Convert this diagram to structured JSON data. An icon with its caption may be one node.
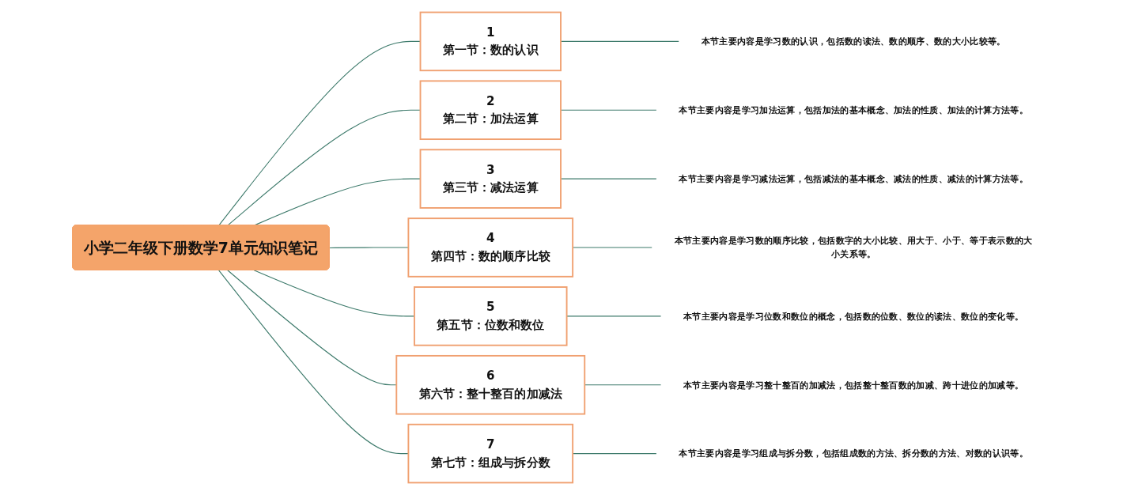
{
  "diagram": {
    "nodes": [
      {
        "text": [
          "小学二年级下册数学7单元知识笔记"
        ]
      },
      {
        "text": [
          "1",
          "第一节：数的认识"
        ]
      },
      {
        "text": [
          "2",
          "第二节：加法运算"
        ]
      },
      {
        "text": [
          "3",
          "第三节：减法运算"
        ]
      },
      {
        "text": [
          "4",
          "第四节：数的顺序比较"
        ]
      },
      {
        "text": [
          "5",
          "第五节：位数和数位"
        ]
      },
      {
        "text": [
          "6",
          "第六节：整十整百的加减法"
        ]
      },
      {
        "text": [
          "7",
          "第七节：组成与拆分数"
        ]
      },
      {
        "text": [
          "本节主要内容是学习数的认识，包括数的读法、数的顺序、数的大小比较等。"
        ]
      },
      {
        "text": [
          "本节主要内容是学习加法运算，包括加法的基本概念、加法的性质、加法的计算方法等。"
        ]
      },
      {
        "text": [
          "本节主要内容是学习减法运算，包括减法的基本概念、减法的性质、减法的计算方法等。"
        ]
      },
      {
        "text": [
          "本节主要内容是学习数的顺序比较，包括数字的大小比较、用大于、小于、等于表示数的大小关系等。"
        ]
      },
      {
        "text": [
          "本节主要内容是学习位数和数位的概念，包括数的位数、数位的读法、数位的变化等。"
        ]
      },
      {
        "text": [
          "本节主要内容是学习整十整百的加减法，包括整十整百数的加减、跨十进位的加减等。"
        ]
      },
      {
        "text": [
          "本节主要内容是学习组成与拆分数，包括组成数的方法、拆分数的方法、对数的认识等。"
        ]
      }
    ],
    "edges": [
      {
        "from": 0,
        "to": 1,
        "arrow": "none"
      },
      {
        "from": 0,
        "to": 2,
        "arrow": "none"
      },
      {
        "from": 0,
        "to": 3,
        "arrow": "none"
      },
      {
        "from": 0,
        "to": 4,
        "arrow": "none"
      },
      {
        "from": 0,
        "to": 5,
        "arrow": "none"
      },
      {
        "from": 0,
        "to": 6,
        "arrow": "none"
      },
      {
        "from": 0,
        "to": 7,
        "arrow": "none"
      },
      {
        "from": 1,
        "to": 8,
        "arrow": "none"
      },
      {
        "from": 2,
        "to": 9,
        "arrow": "none"
      },
      {
        "from": 3,
        "to": 10,
        "arrow": "none"
      },
      {
        "from": 4,
        "to": 11,
        "arrow": "none"
      },
      {
        "from": 5,
        "to": 12,
        "arrow": "none"
      },
      {
        "from": 6,
        "to": 13,
        "arrow": "none"
      },
      {
        "from": 7,
        "to": 14,
        "arrow": "none"
      }
    ]
  }
}
